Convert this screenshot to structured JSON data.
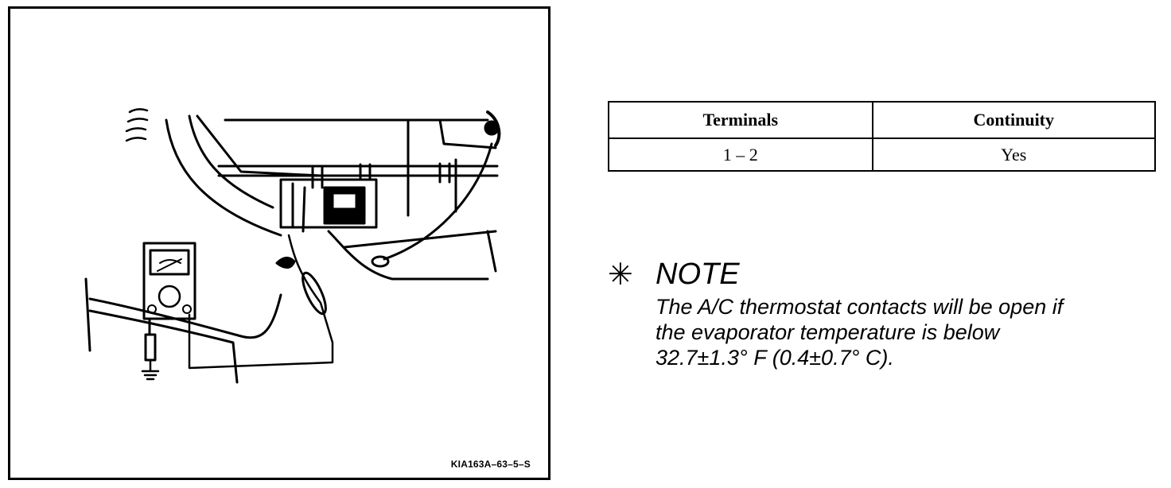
{
  "figure": {
    "code": "KIA163A–63–5–S",
    "meter_icon": "ohmmeter-icon"
  },
  "table": {
    "headers": [
      "Terminals",
      "Continuity"
    ],
    "rows": [
      [
        "1 – 2",
        "Yes"
      ]
    ]
  },
  "note": {
    "symbol": "✳",
    "title": "NOTE",
    "lines": [
      "The A/C thermostat contacts will be open if",
      "the evaporator temperature is below",
      "32.7±1.3° F (0.4±0.7° C)."
    ]
  }
}
